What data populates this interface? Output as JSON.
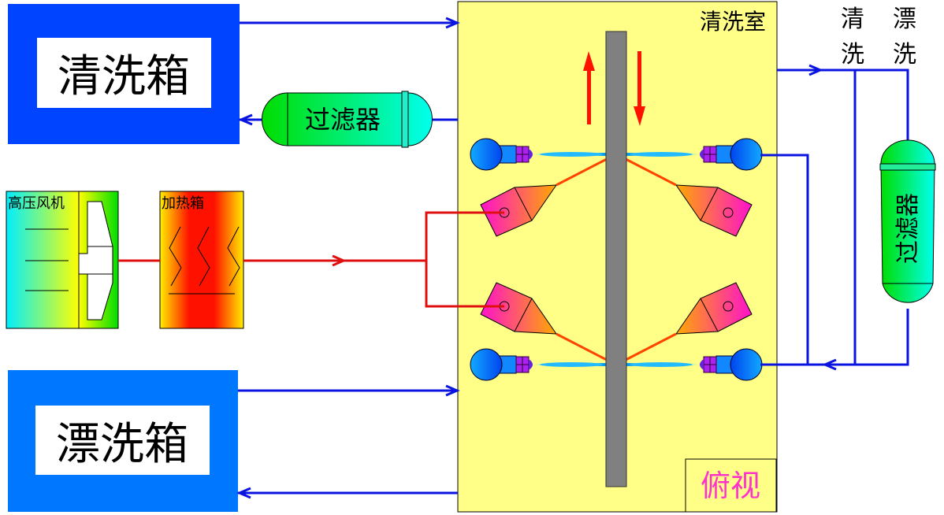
{
  "tanks": {
    "clean_tank": "清洗箱",
    "rinse_tank": "漂洗箱"
  },
  "chamber": {
    "title": "清洗室",
    "view_label": "俯视"
  },
  "filters": {
    "left_filter": "过滤器",
    "right_filter": "过滤器"
  },
  "air": {
    "blower": "高压风机",
    "heater": "加热箱"
  },
  "legend": {
    "clean_line_1": "清",
    "clean_line_2": "洗",
    "rinse_line_1": "漂",
    "rinse_line_2": "洗"
  },
  "colors": {
    "pipe": "#0a14e0",
    "air_pipe": "#e01010",
    "chamber": "#ffff88",
    "clean_tank": "#0044ff",
    "rinse_tank": "#0077ff",
    "view_label": "#ff33cc"
  }
}
